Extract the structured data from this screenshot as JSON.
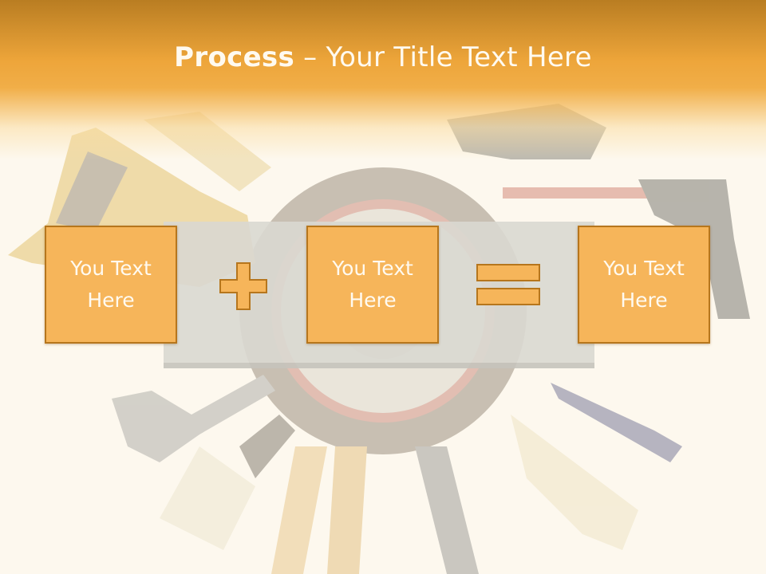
{
  "title": {
    "bold": "Process",
    "dash": " – ",
    "rest": "Your Title Text Here"
  },
  "boxes": [
    {
      "text": "You Text Here"
    },
    {
      "text": "You Text Here"
    },
    {
      "text": "You Text Here"
    }
  ],
  "operators": {
    "plus_icon": "plus-sign",
    "equals_icon": "equals-sign"
  },
  "colors": {
    "title_band": "#eda53a",
    "box_fill": "#f6b55a",
    "box_border": "#b6761d",
    "text": "#fffaf0"
  }
}
